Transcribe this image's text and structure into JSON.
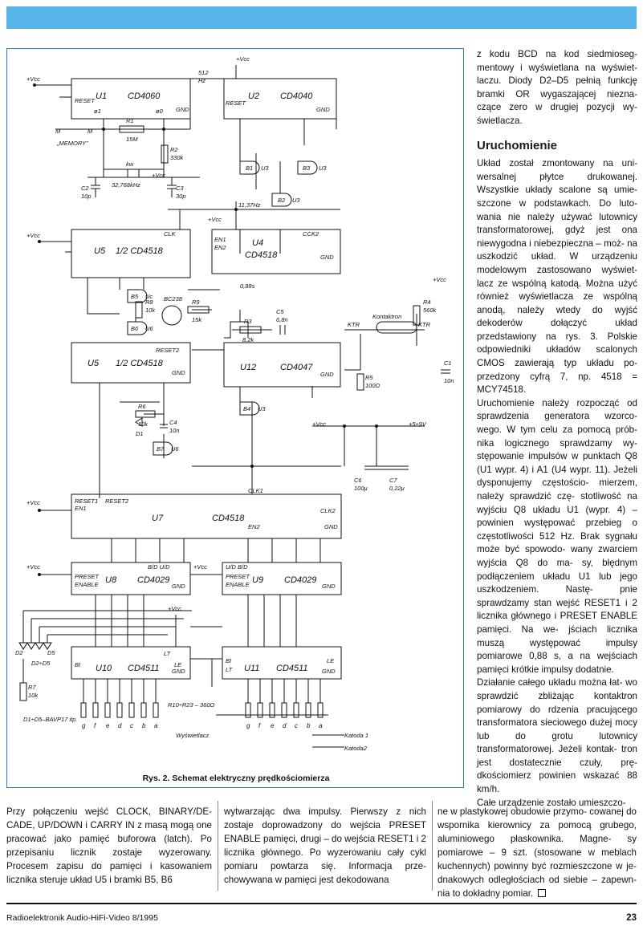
{
  "figure": {
    "caption": "Rys. 2. Schemat elektryczny prędkościomierza",
    "labels": {
      "u1_name": "U1",
      "u1_part": "CD4060",
      "u2_name": "U2",
      "u2_part": "CD4040",
      "u5a_name": "U5",
      "u5a_part": "1/2 CD4518",
      "u4_name": "U4",
      "u4_part": "CD4518",
      "u5b_name": "U5",
      "u5b_part": "1/2 CD4518",
      "u12_name": "U12",
      "u12_part": "CD4047",
      "u7_name": "U7",
      "u7_part": "CD4518",
      "u8_name": "U8",
      "u8_part": "CD4029",
      "u9_name": "U9",
      "u9_part": "CD4029",
      "u10_name": "U10",
      "u10_part": "CD4511",
      "u11_name": "U11",
      "u11_part": "CD4511",
      "vcc": "+Vcc",
      "gnd": "GND",
      "reset": "RESET",
      "hz512": "512",
      "hz": "Hz",
      "phi1": "ø1",
      "phi0": "ø0",
      "memory": "„MEMORY”",
      "m": "M",
      "r1": "R1",
      "r1v": "15M",
      "r2": "R2",
      "r2v": "330k",
      "kw": "kw",
      "kwv": "32,768kHz",
      "c2": "C2",
      "c2v": "10p",
      "c3": "C3",
      "c3v": "30p",
      "f1137": "11,37Hz",
      "b1": "B1",
      "b2": "B2",
      "b3": "B3",
      "u3": "U3",
      "b5": "B5",
      "uc": "Uc",
      "b6": "B6",
      "u6": "U6",
      "b4": "B4",
      "b7": "B7",
      "r8": "R8",
      "r8v": "10k",
      "bc238": "BC238",
      "r9": "R9",
      "r9v": "15k",
      "r3": "R3",
      "r3v": "8,2k",
      "c5": "C5",
      "c5v": "6,8n",
      "t088": "0,88s",
      "kontaktron": "Kontaktron",
      "ktr": "KTR",
      "r4": "R4",
      "r4v": "560k",
      "r5": "R5",
      "r5v": "100Ω",
      "c1": "C1",
      "c1v": "10n",
      "c4": "C4",
      "c4v": "10n",
      "r6": "R6",
      "r6v": "10k",
      "d1": "D1",
      "c6": "C6",
      "c6v": "100μ",
      "c7": "C7",
      "c7v": "0,22μ",
      "supply": "+5÷9V",
      "d2": "D2",
      "d5": "D5",
      "d25": "D2÷D5",
      "r7": "R7",
      "r7v": "10k",
      "dnote": "D1÷D5–BAVP17 itp.",
      "rnote": "R10÷R23 – 360Ω",
      "display": "Wyświetlacz",
      "katoda1": "Katoda 1",
      "katoda2": "Katoda2",
      "clk": "CLK",
      "clk1": "CLK1",
      "clk2": "CLK2",
      "en1": "EN1",
      "en2": "EN2",
      "ck2": "CCK2",
      "reset1": "RESET1",
      "reset2": "RESET2",
      "preset": "PRESET",
      "enable": "ENABLE",
      "bdud": "B/D U/D",
      "udbd": "U/D B/D",
      "bi": "BI",
      "lt": "LT",
      "le": "LE",
      "segs": [
        "g",
        "f",
        "e",
        "d",
        "c",
        "b",
        "a"
      ]
    }
  },
  "right_column": {
    "p1": "z kodu BCD na kod siedmioseg- mentowy i wyświetlana na wyświet- laczu. Diody D2–D5 pełnią funkcję bramki OR wygaszającej niezna- czące zero w drugiej pozycji wy- świetlacza.",
    "heading": "Uruchomienie",
    "p2": "Układ został zmontowany na uni- wersalnej płytce drukowanej. Wszystkie układy scalone są umie- szczone w podstawkach. Do luto- wania nie należy używać lutownicy transformatorowej, gdyż jest ona niewygodna i niebezpieczna – moż- na uszkodzić układ. W urządzeniu modelowym zastosowano wyświet- lacz ze wspólną katodą. Można użyć również wyświetlacza ze wspólną anodą, należy wtedy do wyjść dekoderów dołączyć układ przedstawiony na rys. 3. Polskie odpowiedniki układów scalonych CMOS zawierają typ układu po- przedzony cyfrą 7, np. 4518 = MCY74518.",
    "p3": "Uruchomienie należy rozpocząć od sprawdzenia generatora wzorco- wego. W tym celu za pomocą prób- nika logicznego sprawdzamy wy- stępowanie impulsów w punktach Q8 (U1 wypr. 4) i A1 (U4 wypr. 11). Jeżeli dysponujemy częstościo- mierzem, należy sprawdzić czę- stotliwość na wyjściu Q8 układu U1 (wypr. 4) – powinien występować przebieg o częstotliwości 512 Hz. Brak sygnału może być spowodo- wany zwarciem wyjścia Q8 do ma- sy, błędnym podłączeniem układu U1 lub jego uszkodzeniem. Nastę- pnie sprawdzamy stan wejść RESET1 i 2 licznika głównego i PRESET ENABLE pamięci. Na we- jściach licznika muszą występować impulsy pomiarowe 0,88 s, a na wejściach pamięci krótkie impulsy dodatnie.",
    "p4": "Działanie całego układu można łat- wo sprawdzić zbliżając kontaktron pomiarowy do rdzenia pracującego transformatora sieciowego dużej mocy lub do grotu lutownicy transformatorowej. Jeżeli kontak- tron jest dostatecznie czuły, prę- dkościomierz powinien wskazać 88 km/h.",
    "p5": "Całe urządzenie zostało umieszczo-"
  },
  "bottom": {
    "col1": "Przy połączeniu wejść CLOCK, BINARY/DE- CADE, UP/DOWN i CARRY IN z masą mogą one pracować jako pamięć buforowa (latch). Po przepisaniu licznik zostaje wyzerowany. Procesem zapisu do pamięci i kasowaniem licznika steruje układ U5 i bramki B5, B6",
    "col2": "wytwarzając dwa impulsy. Pierwszy z nich zostaje doprowadzony do wejścia PRESET ENABLE pamięci, drugi – do wejścia RESET1 i 2 licznika głównego. Po wyzerowaniu cały cykl pomiaru powtarza się. Informacja prze- chowywana w pamięci jest dekodowana",
    "col3": "ne w plastykowej obudowie przymo- cowanej do wspornika kierownicy za pomocą grubego, aluminiowego płaskownika. Magne- sy pomiarowe – 9 szt. (stosowane w meblach kuchennych) powinny być rozmieszczone w je- dnakowych odległościach od siebie – zapewn- nia to dokładny pomiar."
  },
  "footer": {
    "left": "Radioelektronik Audio-HiFi-Video 8/1995",
    "page": "23"
  },
  "colors": {
    "accent_bar": "#56b4e8",
    "frame": "#2b7fc2"
  }
}
